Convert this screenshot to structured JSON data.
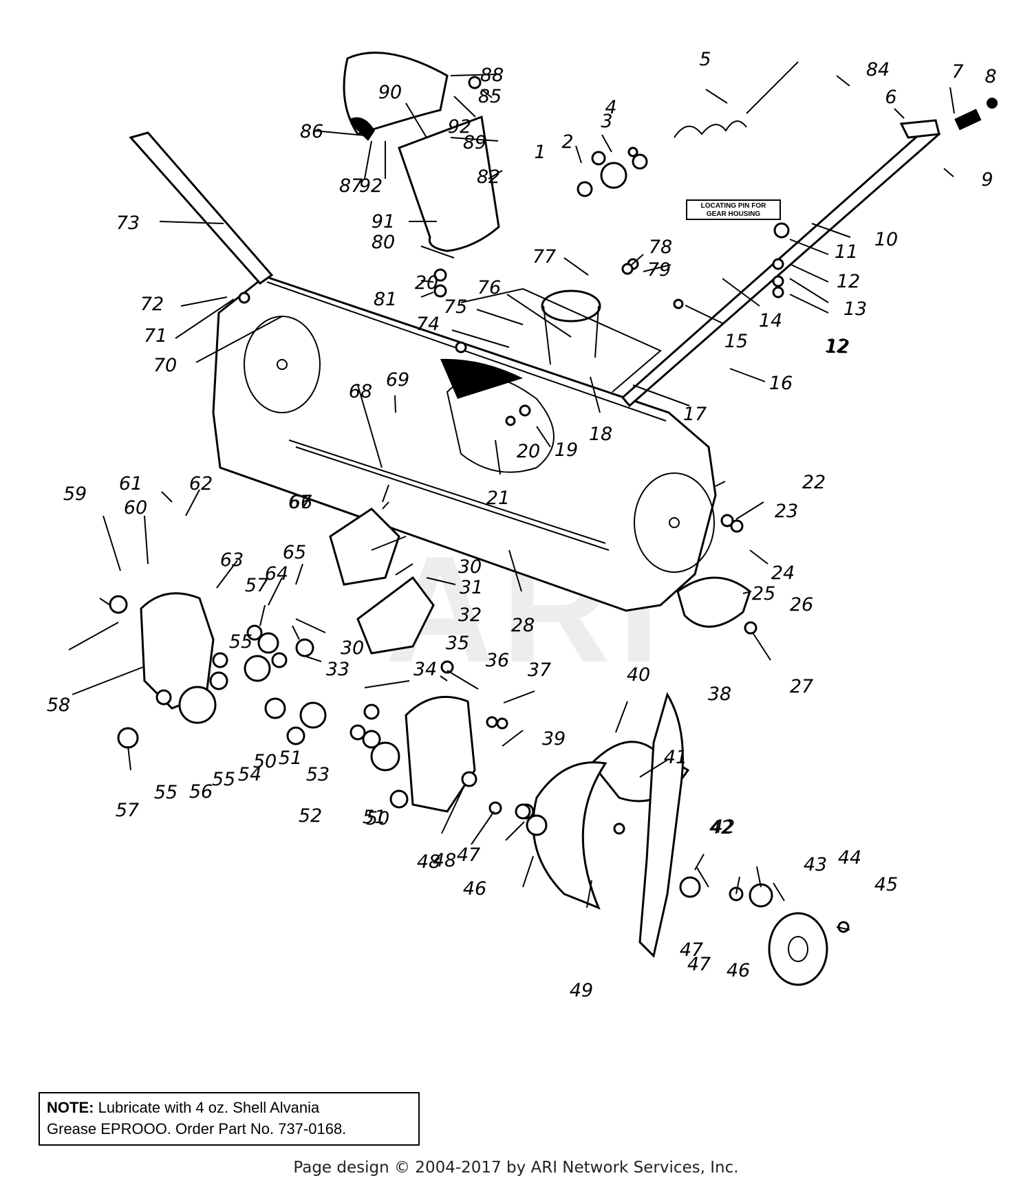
{
  "diagram": {
    "watermark": "ARI",
    "locating_pin_label": [
      "LOCATING PIN FOR",
      "GEAR HOUSING"
    ],
    "callouts": [
      {
        "n": "1"
      },
      {
        "n": "2"
      },
      {
        "n": "3"
      },
      {
        "n": "4"
      },
      {
        "n": "5"
      },
      {
        "n": "6"
      },
      {
        "n": "7"
      },
      {
        "n": "8"
      },
      {
        "n": "9"
      },
      {
        "n": "10"
      },
      {
        "n": "11"
      },
      {
        "n": "12"
      },
      {
        "n": "12"
      },
      {
        "n": "12"
      },
      {
        "n": "13"
      },
      {
        "n": "14"
      },
      {
        "n": "15"
      },
      {
        "n": "16"
      },
      {
        "n": "17"
      },
      {
        "n": "18"
      },
      {
        "n": "19"
      },
      {
        "n": "20"
      },
      {
        "n": "20"
      },
      {
        "n": "21"
      },
      {
        "n": "22"
      },
      {
        "n": "23"
      },
      {
        "n": "24"
      },
      {
        "n": "25"
      },
      {
        "n": "26"
      },
      {
        "n": "27"
      },
      {
        "n": "28"
      },
      {
        "n": "30"
      },
      {
        "n": "30"
      },
      {
        "n": "31"
      },
      {
        "n": "32"
      },
      {
        "n": "33"
      },
      {
        "n": "34"
      },
      {
        "n": "35"
      },
      {
        "n": "36"
      },
      {
        "n": "37"
      },
      {
        "n": "38"
      },
      {
        "n": "39"
      },
      {
        "n": "40"
      },
      {
        "n": "41"
      },
      {
        "n": "42"
      },
      {
        "n": "42"
      },
      {
        "n": "43"
      },
      {
        "n": "44"
      },
      {
        "n": "45"
      },
      {
        "n": "46"
      },
      {
        "n": "46"
      },
      {
        "n": "47"
      },
      {
        "n": "47"
      },
      {
        "n": "47"
      },
      {
        "n": "48"
      },
      {
        "n": "48"
      },
      {
        "n": "49"
      },
      {
        "n": "50"
      },
      {
        "n": "50"
      },
      {
        "n": "51"
      },
      {
        "n": "51"
      },
      {
        "n": "52"
      },
      {
        "n": "53"
      },
      {
        "n": "54"
      },
      {
        "n": "55"
      },
      {
        "n": "55"
      },
      {
        "n": "55"
      },
      {
        "n": "56"
      },
      {
        "n": "57"
      },
      {
        "n": "57"
      },
      {
        "n": "58"
      },
      {
        "n": "59"
      },
      {
        "n": "60"
      },
      {
        "n": "61"
      },
      {
        "n": "62"
      },
      {
        "n": "63"
      },
      {
        "n": "64"
      },
      {
        "n": "65"
      },
      {
        "n": "66"
      },
      {
        "n": "67"
      },
      {
        "n": "68"
      },
      {
        "n": "69"
      },
      {
        "n": "70"
      },
      {
        "n": "71"
      },
      {
        "n": "72"
      },
      {
        "n": "73"
      },
      {
        "n": "74"
      },
      {
        "n": "75"
      },
      {
        "n": "76"
      },
      {
        "n": "77"
      },
      {
        "n": "78"
      },
      {
        "n": "79"
      },
      {
        "n": "80"
      },
      {
        "n": "81"
      },
      {
        "n": "82"
      },
      {
        "n": "84"
      },
      {
        "n": "85"
      },
      {
        "n": "86"
      },
      {
        "n": "87"
      },
      {
        "n": "88"
      },
      {
        "n": "89"
      },
      {
        "n": "90"
      },
      {
        "n": "91"
      },
      {
        "n": "92"
      },
      {
        "n": "92"
      }
    ]
  },
  "note": {
    "heading": "NOTE:",
    "line1": "Lubricate with 4 oz. Shell Alvania",
    "line2": "Grease EPROOO.  Order Part No. 737-0168."
  },
  "footer": {
    "text": "Page design © 2004-2017 by ARI Network Services, Inc."
  }
}
